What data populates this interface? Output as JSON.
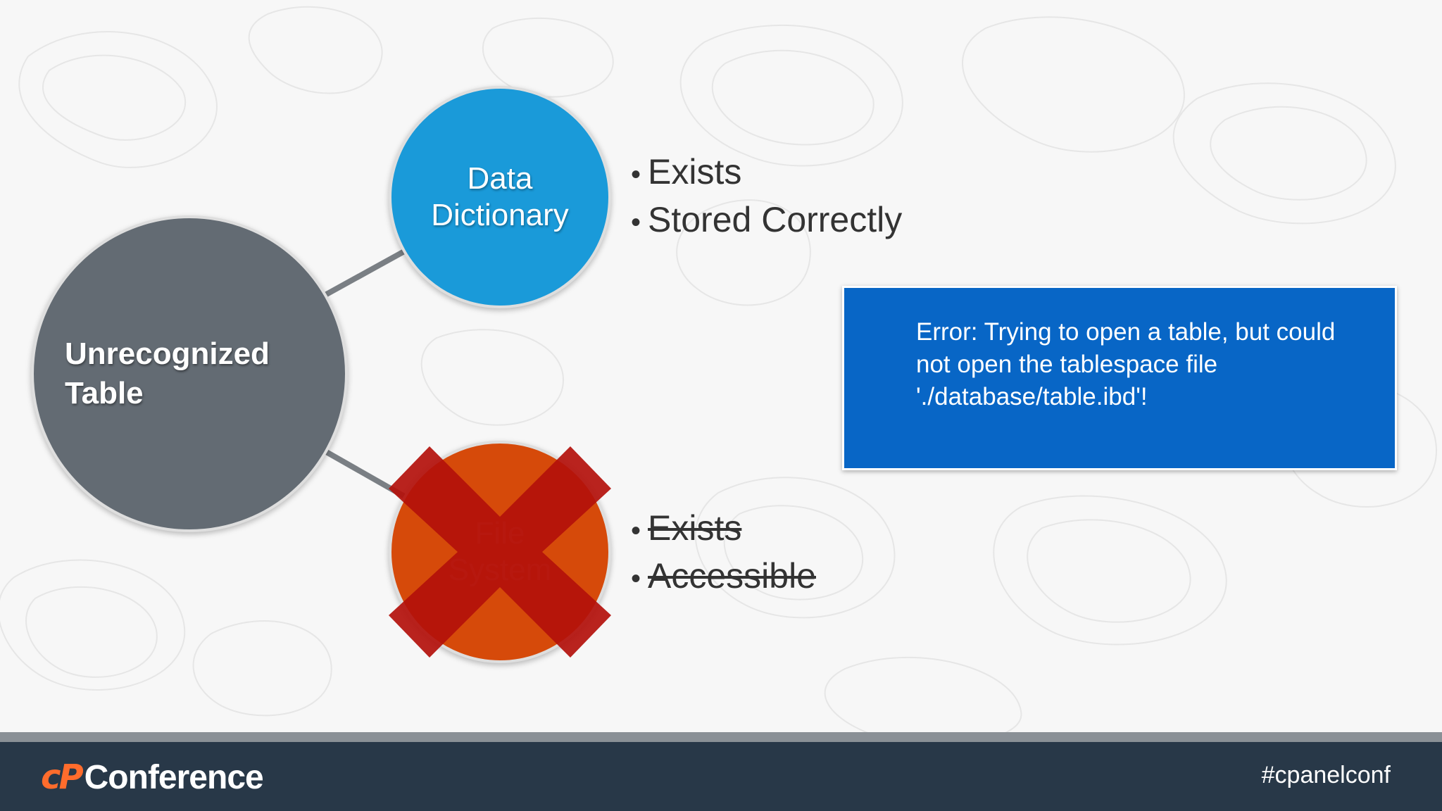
{
  "diagram": {
    "center": {
      "label": "Unrecognized Table"
    },
    "data_dictionary": {
      "label_line1": "Data",
      "label_line2": "Dictionary",
      "bullets": [
        "Exists",
        "Stored Correctly"
      ]
    },
    "file_system": {
      "label_line1": "File",
      "label_line2": "System",
      "bullets": [
        "Exists",
        "Accessible"
      ],
      "status": "crossed-out"
    }
  },
  "error_box": {
    "text": "Error: Trying to open a table, but could not open the tablespace file './database/table.ibd'!"
  },
  "footer": {
    "logo_mark": "cP",
    "logo_text": "Conference",
    "hashtag": "#cpanelconf"
  },
  "colors": {
    "center_circle": "#636b73",
    "data_dictionary_circle": "#1a9ad9",
    "file_system_circle": "#d64a0a",
    "cross": "#b3100b",
    "error_box": "#0866c6",
    "footer": "#283848",
    "logo_accent": "#ff6c2c"
  },
  "icons": {
    "cross": "x-mark-icon",
    "bullet": "bullet-dot"
  }
}
